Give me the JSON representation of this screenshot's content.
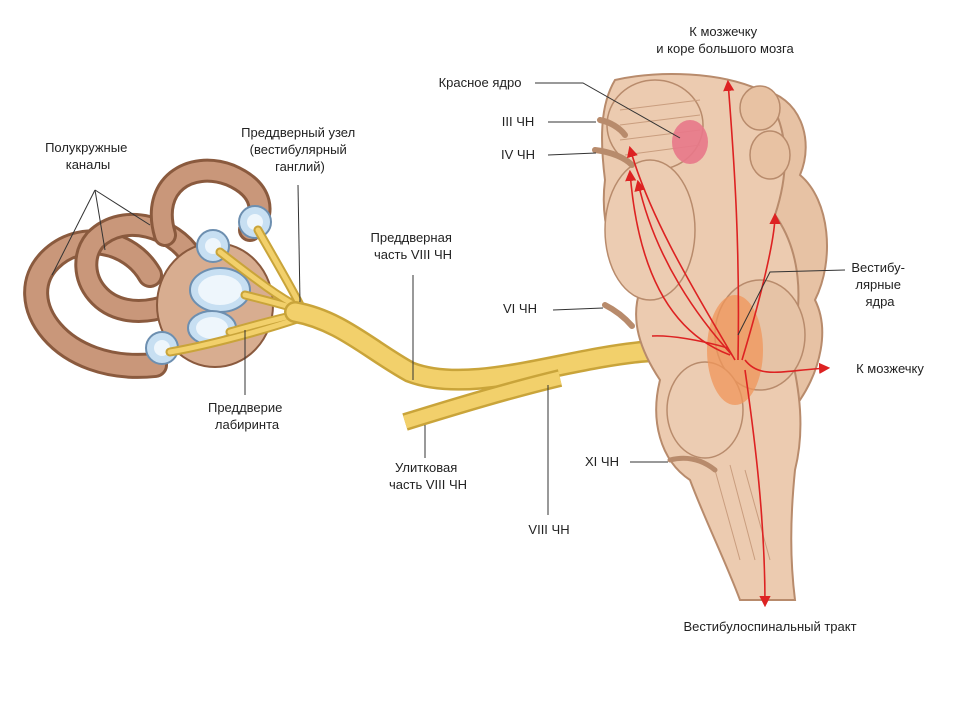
{
  "labels": {
    "semicircular_canals": [
      "Полукружные",
      "каналы"
    ],
    "vestibular_ganglion": [
      "Преддверный узел",
      "(вестибулярный",
      "ганглий)"
    ],
    "vestibular_part": [
      "Преддверная",
      "часть VIII ЧН"
    ],
    "vestibule": [
      "Преддверие",
      "лабиринта"
    ],
    "cochlear_part": [
      "Улитковая",
      "часть VIII ЧН"
    ],
    "nerve_viii": "VIII ЧН",
    "to_cerebellum_cortex": [
      "К мозжечку",
      "и коре большого мозга"
    ],
    "red_nucleus": "Красное ядро",
    "cn_iii": "III ЧН",
    "cn_iv": "IV ЧН",
    "cn_vi": "VI ЧН",
    "vestibular_nuclei": [
      "Вестибу-",
      "лярные",
      "ядра"
    ],
    "to_cerebellum": "К мозжечку",
    "cn_xi": "XI ЧН",
    "vestibulospinal_tract": "Вестибулоспинальный тракт"
  },
  "colors": {
    "nerve": "#f2d06b",
    "nerve_edge": "#c9a43a",
    "labyrinth": "#c9977a",
    "labyrinth_edge": "#8a5a3e",
    "brainstem": "#eccbb0",
    "brainstem_edge": "#b88b6c",
    "pathway_arrow": "#d22222",
    "red_nucleus": "#e8788a",
    "vestibular_nuclei": "#f0955a"
  }
}
